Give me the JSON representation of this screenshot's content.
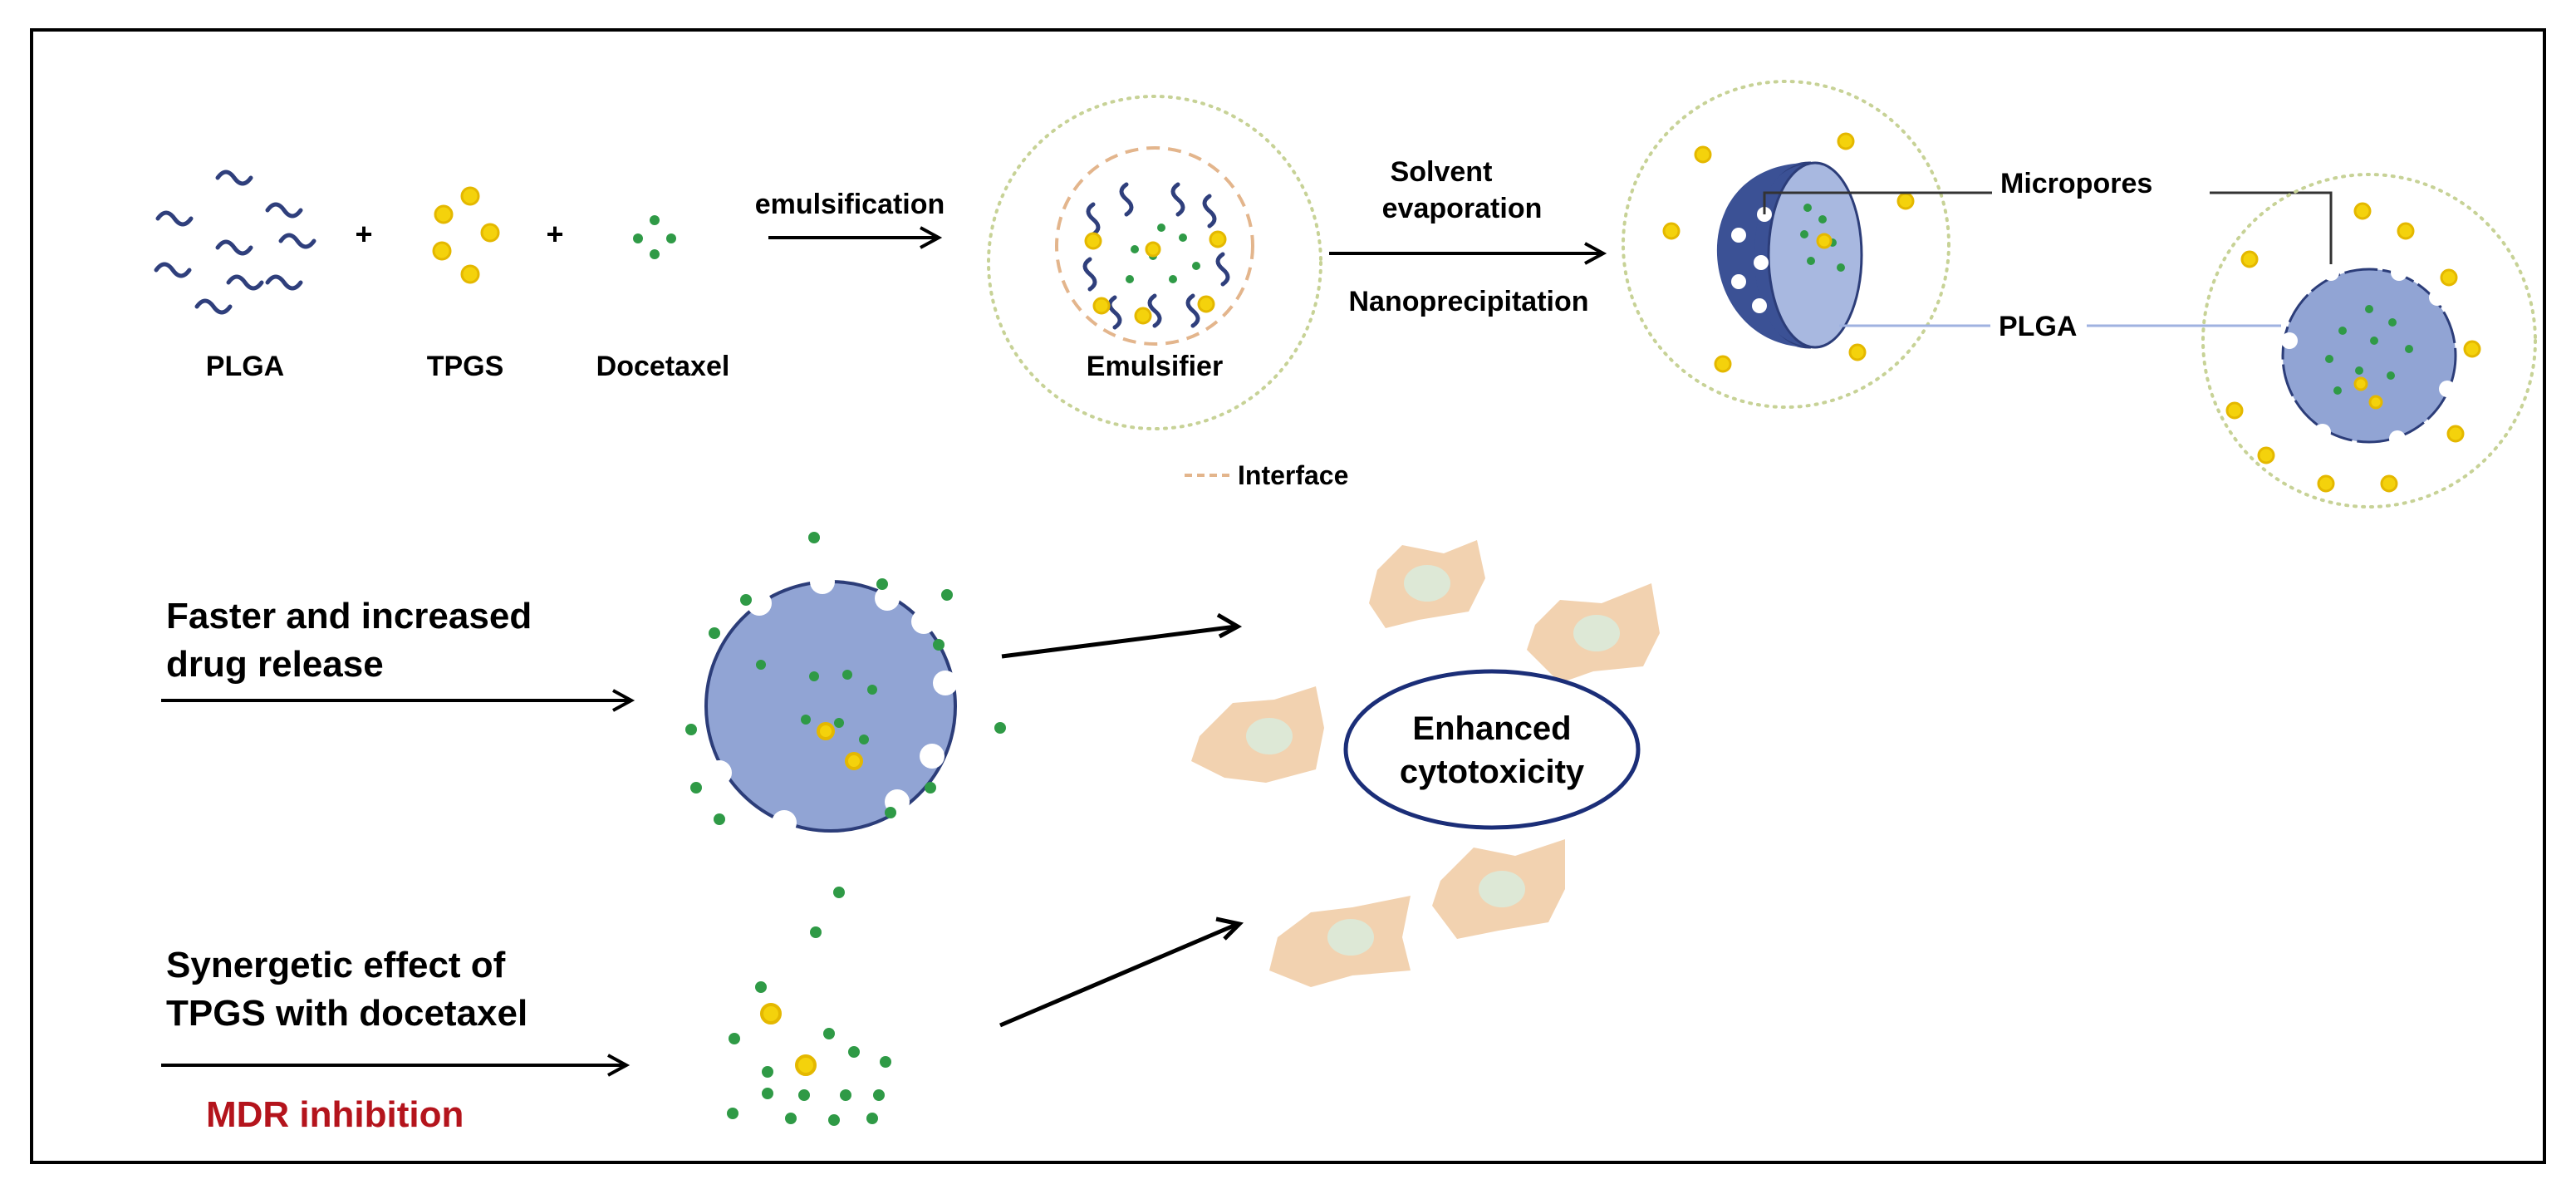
{
  "labels": {
    "plga": "PLGA",
    "tpgs": "TPGS",
    "docetaxel": "Docetaxel",
    "plus": "+",
    "emulsification": "emulsification",
    "emulsifier": "Emulsifier",
    "solvent_evaporation_1": "Solvent",
    "solvent_evaporation_2": "evaporation",
    "nanoprecipitation": "Nanoprecipitation",
    "micropores": "Micropores",
    "plga_callout": "PLGA",
    "interface": "Interface",
    "faster_release_1": "Faster and increased",
    "faster_release_2": "drug release",
    "enhanced_1": "Enhanced",
    "enhanced_2": "cytotoxicity",
    "synergetic_1": "Synergetic effect of",
    "synergetic_2": "TPGS with docetaxel",
    "mdr": "MDR inhibition"
  },
  "colors": {
    "polymer_strand": "#2f3f7c",
    "tpgs_fill": "#f4d20c",
    "tpgs_stroke": "#e4b800",
    "docetaxel": "#2f9a46",
    "nanoparticle_fill": "#91a4d4",
    "nanoparticle_stroke": "#2c3d79",
    "hemisphere_dark": "#3b5195",
    "boundary_dotted": "#c7d296",
    "interface_dashed": "#e3b58c",
    "cell_fill": "#f2d2b0",
    "nucleus_fill": "#dde8d6",
    "ellipse_stroke": "#1b2e78",
    "mdr_text": "#b4141c",
    "frame": "#000000"
  }
}
